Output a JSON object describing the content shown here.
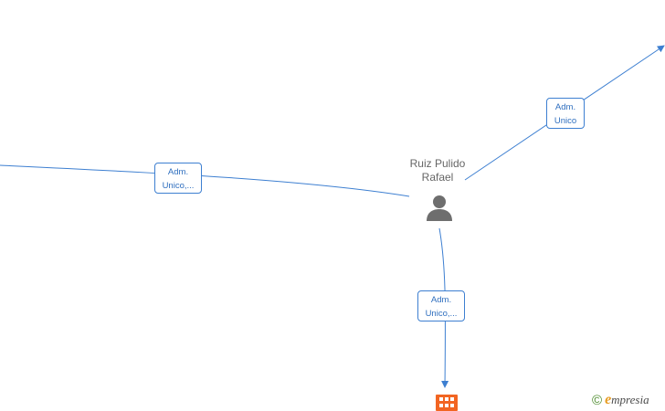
{
  "colors": {
    "edge": "#3d7fd1",
    "label_text": "#2f6fbf",
    "person_icon": "#6e6e6e",
    "company_icon": "#f26522",
    "watermark_copy": "#4a8a2a",
    "watermark_e": "#e79b21"
  },
  "person": {
    "name_line1": "Ruiz Pulido",
    "name_line2": "Rafael",
    "icon": "person-icon"
  },
  "company": {
    "icon": "building-icon"
  },
  "edges": [
    {
      "id": "edge-left",
      "label_line1": "Adm.",
      "label_line2": "Unico,..."
    },
    {
      "id": "edge-top-right",
      "label_line1": "Adm.",
      "label_line2": "Unico"
    },
    {
      "id": "edge-bottom",
      "label_line1": "Adm.",
      "label_line2": "Unico,..."
    }
  ],
  "watermark": {
    "copyright": "©",
    "brand_first": "e",
    "brand_rest": "mpresia"
  }
}
